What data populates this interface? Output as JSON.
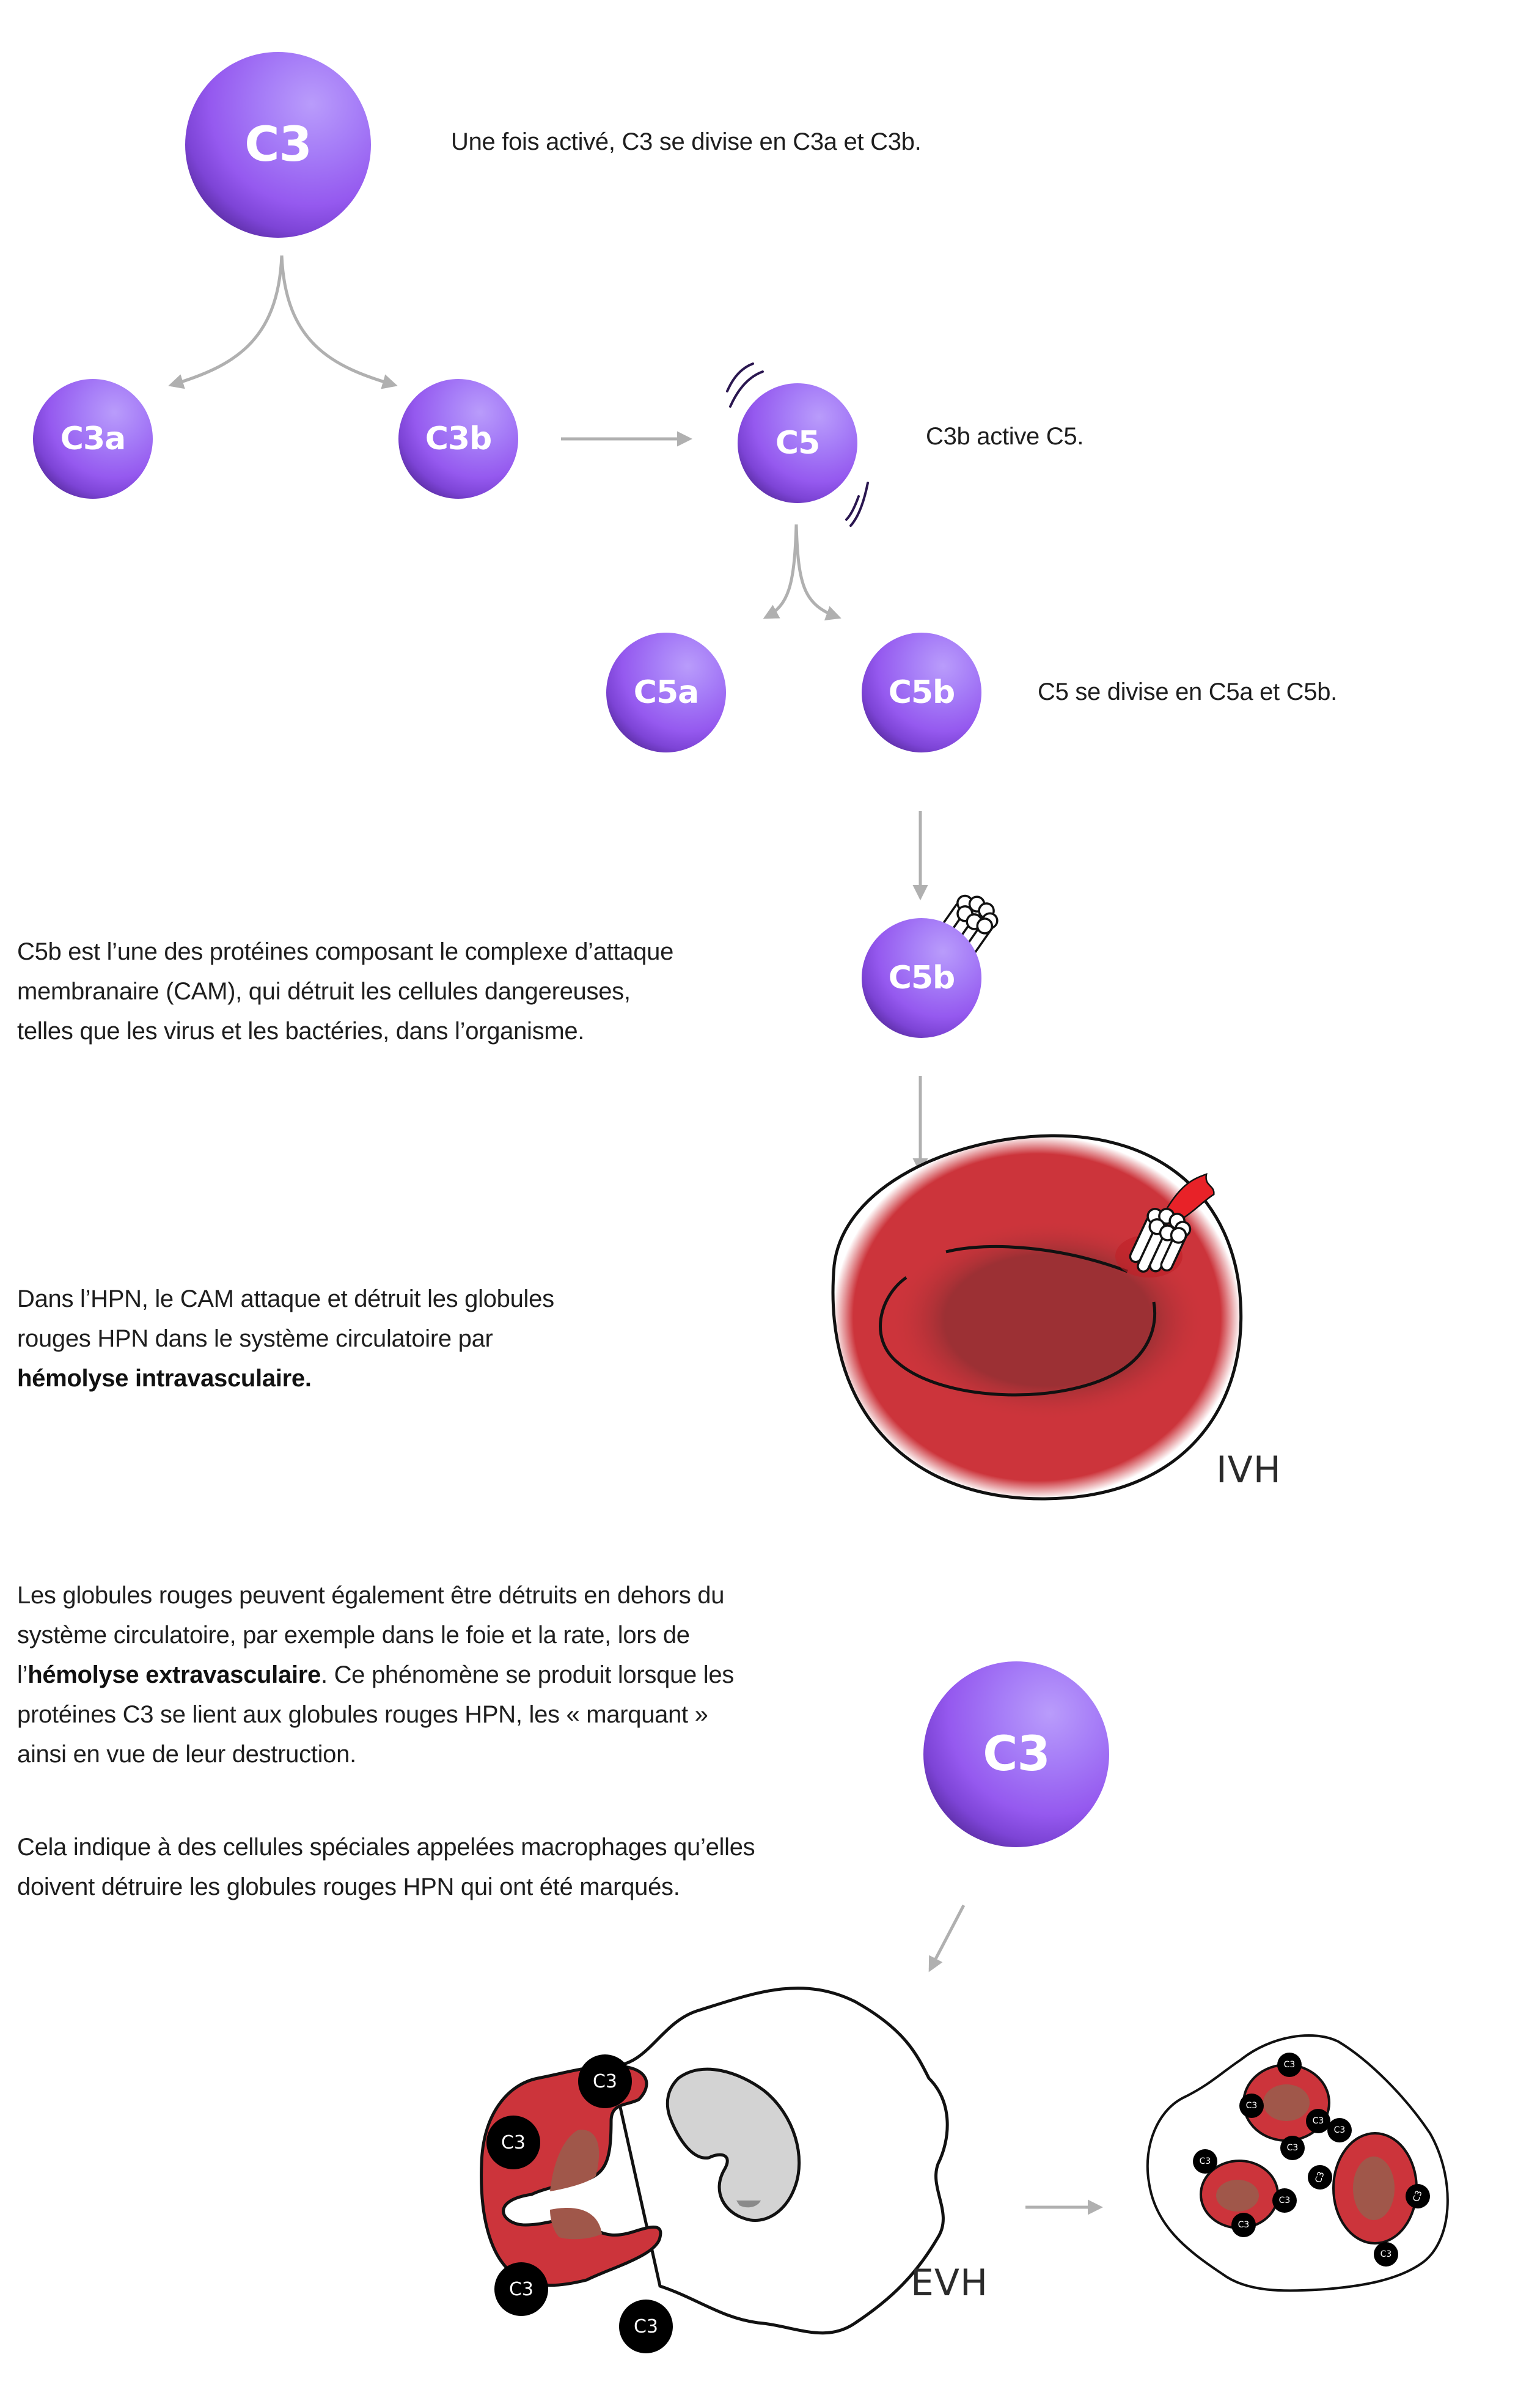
{
  "proteins": {
    "c3_top": "C3",
    "c3a": "C3a",
    "c3b": "C3b",
    "c5": "C5",
    "c5a": "C5a",
    "c5b": "C5b",
    "c5b_mac": "C5b",
    "c3_bottom": "C3"
  },
  "captions": {
    "c3_split": "Une fois activé, C3 se divise en C3a et C3b.",
    "c3b_activates": "C3b active C5.",
    "c5_split": "C5 se divise en C5a et C5b."
  },
  "paragraphs": {
    "mac": [
      "C5b est l’une des protéines composant le complexe d’attaque",
      "membranaire (CAM), qui détruit les cellules dangereuses,",
      "telles que les virus et les bactéries, dans l’organisme."
    ],
    "ivh": {
      "line1": "Dans l’HPN, le CAM attaque et détruit les globules",
      "line2": "rouges HPN dans le système circulatoire par",
      "line3_bold": "hémolyse intravasculaire."
    },
    "evh": {
      "line1": "Les globules rouges peuvent également être détruits en dehors du",
      "line2": "système circulatoire, par exemple dans le foie et la rate, lors de",
      "line3_pre": "l’",
      "line3_bold": "hémolyse extravasculaire",
      "line3_post": ". Ce phénomène se produit lorsque les",
      "line4": "protéines C3 se lient aux globules rouges HPN, les « marquant »",
      "line5": "ainsi en vue de leur destruction."
    },
    "macrophage": [
      "Cela indique à des cellules spéciales appelées macrophages qu’elles",
      "doivent détruire les globules rouges HPN qui ont été marqués."
    ]
  },
  "labels": {
    "ivh": "IVH",
    "evh": "EVH",
    "c3_tag": "C3"
  },
  "colors": {
    "protein_purple": "#9559ef",
    "rbc_red": "#cc343b",
    "rbc_center": "#9c3034",
    "arrow_gray": "#b0b0b0",
    "tag_black": "#000000",
    "nucleus_gray": "#d3d3d3"
  }
}
